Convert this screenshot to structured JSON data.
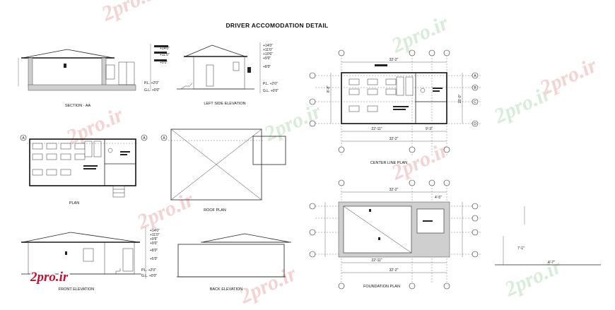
{
  "title": "DRIVER ACCOMODATION DETAIL",
  "brand": {
    "logo_text": "2pro.ir",
    "watermark": "2pro.ir"
  },
  "drawings": {
    "section_aa": {
      "caption": "SECTION - AA",
      "levels": [
        "+14'0\"",
        "+11'0\"",
        "+9'0\"",
        "P.L. +2'0\"",
        "G.L. +0'0\""
      ]
    },
    "left_side_elevation": {
      "caption": "LEFT SIDE ELEVATION",
      "levels": [
        "+14'0\"",
        "+11'0\"",
        "+10'6\"",
        "+9'0\"",
        "+8'0\"",
        "P.L. +2'0\"",
        "G.L. +0'0\""
      ]
    },
    "plan": {
      "caption": "PLAN",
      "axis_marks": [
        "A",
        "A"
      ]
    },
    "roof_plan": {
      "caption": "ROOF PLAN",
      "axis_marks": [
        "A"
      ]
    },
    "front_elevation": {
      "caption": "FRONT ELEVATION",
      "levels": [
        "+14'0\"",
        "+11'0\"",
        "+9'6\"",
        "+9'0\"",
        "+8'0\"",
        "+5'0\"",
        "P.L. +2'0\"",
        "G.L. +0'0\""
      ]
    },
    "back_elevation": {
      "caption": "BACK ELEVATION"
    },
    "center_line_plan": {
      "caption": "CENTER LINE PLAN",
      "dims": {
        "overall": "32'-2\"",
        "left": "22'-11\"",
        "right": "9'-3\"",
        "height_upper": "8'-8\"",
        "height_total": "15'-0\""
      },
      "grid_letters": [
        "A",
        "B",
        "C",
        "D"
      ]
    },
    "foundation_plan": {
      "caption": "FOUNDATION PLAN",
      "dims": {
        "overall": "32'-2\"",
        "left": "22'-11\"",
        "right": "4'-5\"",
        "height": "7'-1\"",
        "depth": "4'-7\""
      }
    }
  }
}
